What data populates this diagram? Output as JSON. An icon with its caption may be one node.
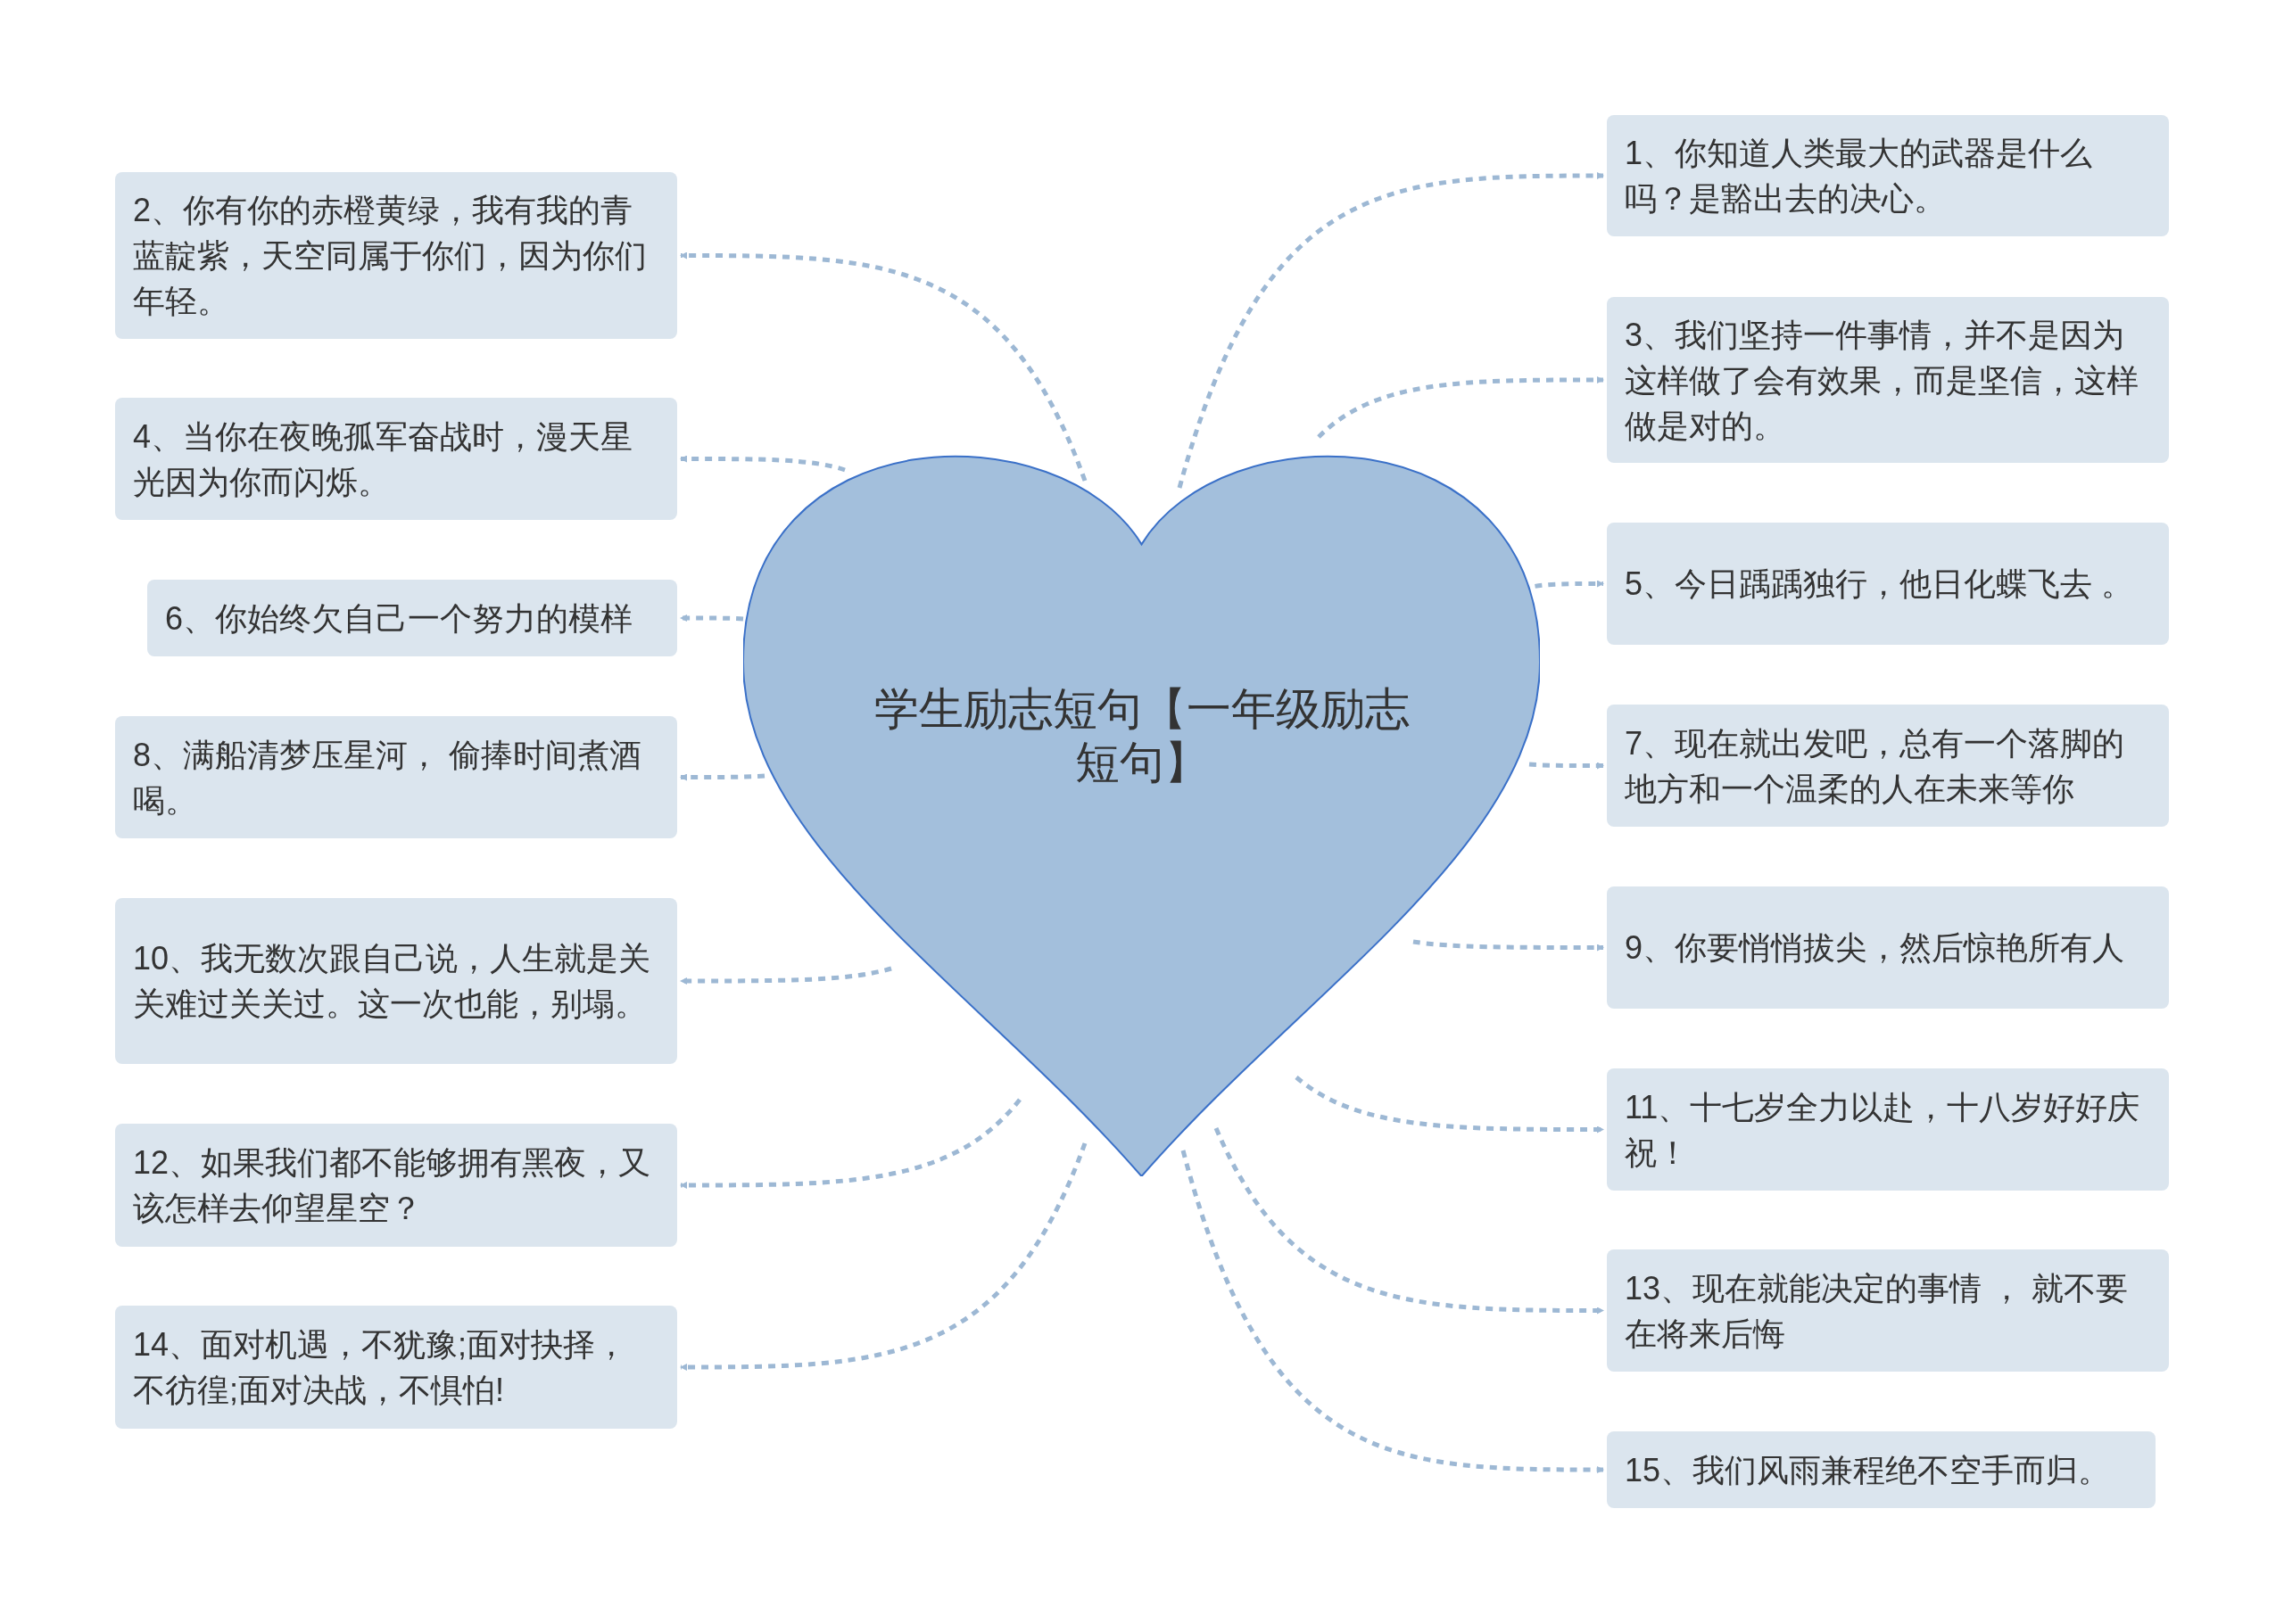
{
  "diagram": {
    "nodes": [
      {
        "text": [
          "学生励志短句【一年级励志短句】"
        ]
      },
      {
        "text": [
          "1、你知道人类最大的武器是什么吗？是豁出去的决心。"
        ]
      },
      {
        "text": [
          "2、你有你的赤橙黄绿，我有我的青蓝靛紫，天空同属于你们，因为你们年轻。"
        ]
      },
      {
        "text": [
          "3、我们坚持一件事情，并不是因为这样做了会有效果，而是坚信，这样做是对的。"
        ]
      },
      {
        "text": [
          "4、当你在夜晚孤军奋战时，漫天星光因为你而闪烁。"
        ]
      },
      {
        "text": [
          "5、今日踽踽独行，他日化蝶飞去 。"
        ]
      },
      {
        "text": [
          "6、你始终欠自己一个努力的模样"
        ]
      },
      {
        "text": [
          "7、现在就出发吧，总有一个落脚的地方和一个温柔的人在未来等你"
        ]
      },
      {
        "text": [
          "8、满船清梦压星河， 偷捧时间煮酒喝。"
        ]
      },
      {
        "text": [
          "9、你要悄悄拔尖，然后惊艳所有人"
        ]
      },
      {
        "text": [
          "10、我无数次跟自己说，人生就是关关难过关关过。这一次也能，别塌。"
        ]
      },
      {
        "text": [
          "11、十七岁全力以赴，十八岁好好庆祝！"
        ]
      },
      {
        "text": [
          "12、如果我们都不能够拥有黑夜，又该怎样去仰望星空？"
        ]
      },
      {
        "text": [
          "13、现在就能决定的事情 ， 就不要在将来后悔"
        ]
      },
      {
        "text": [
          "14、面对机遇，不犹豫;面对抉择，不彷徨;面对决战，不惧怕!"
        ]
      },
      {
        "text": [
          "15、我们风雨兼程绝不空手而归。"
        ]
      }
    ],
    "edges": [
      {
        "from": 0,
        "to": 1,
        "arrow": "to",
        "style": "dashed"
      },
      {
        "from": 0,
        "to": 2,
        "arrow": "to",
        "style": "dashed"
      },
      {
        "from": 0,
        "to": 3,
        "arrow": "to",
        "style": "dashed"
      },
      {
        "from": 0,
        "to": 4,
        "arrow": "to",
        "style": "dashed"
      },
      {
        "from": 0,
        "to": 5,
        "arrow": "to",
        "style": "dashed"
      },
      {
        "from": 0,
        "to": 6,
        "arrow": "to",
        "style": "dashed"
      },
      {
        "from": 0,
        "to": 7,
        "arrow": "to",
        "style": "dashed"
      },
      {
        "from": 0,
        "to": 8,
        "arrow": "to",
        "style": "dashed"
      },
      {
        "from": 0,
        "to": 9,
        "arrow": "to",
        "style": "dashed"
      },
      {
        "from": 0,
        "to": 10,
        "arrow": "to",
        "style": "dashed"
      },
      {
        "from": 0,
        "to": 11,
        "arrow": "to",
        "style": "dashed"
      },
      {
        "from": 0,
        "to": 12,
        "arrow": "to",
        "style": "dashed"
      },
      {
        "from": 0,
        "to": 13,
        "arrow": "to",
        "style": "dashed"
      },
      {
        "from": 0,
        "to": 14,
        "arrow": "to",
        "style": "dashed"
      },
      {
        "from": 0,
        "to": 15,
        "arrow": "to",
        "style": "dashed"
      }
    ]
  }
}
